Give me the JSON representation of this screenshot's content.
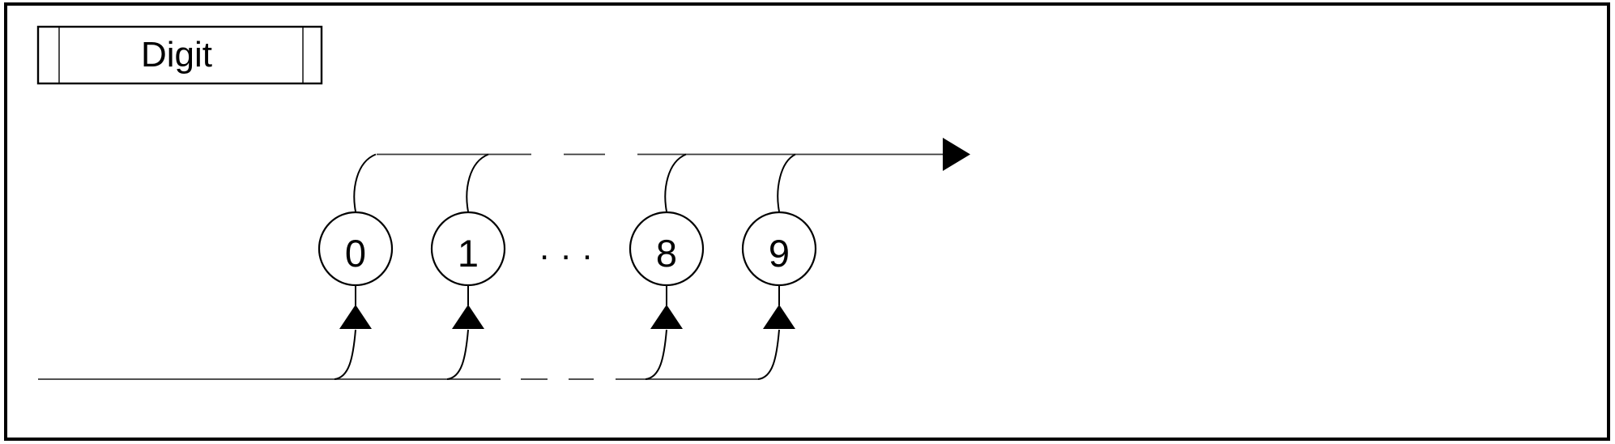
{
  "diagram": {
    "type": "syntax-railroad-diagram",
    "title": "Digit",
    "nodes": [
      {
        "label": "0"
      },
      {
        "label": "1"
      },
      {
        "label": "8"
      },
      {
        "label": "9"
      }
    ],
    "ellipsis": ". . .",
    "colors": {
      "line": "#000000",
      "rail": "#3a3a3a",
      "background": "#ffffff",
      "arrow_fill": "#000000"
    }
  }
}
